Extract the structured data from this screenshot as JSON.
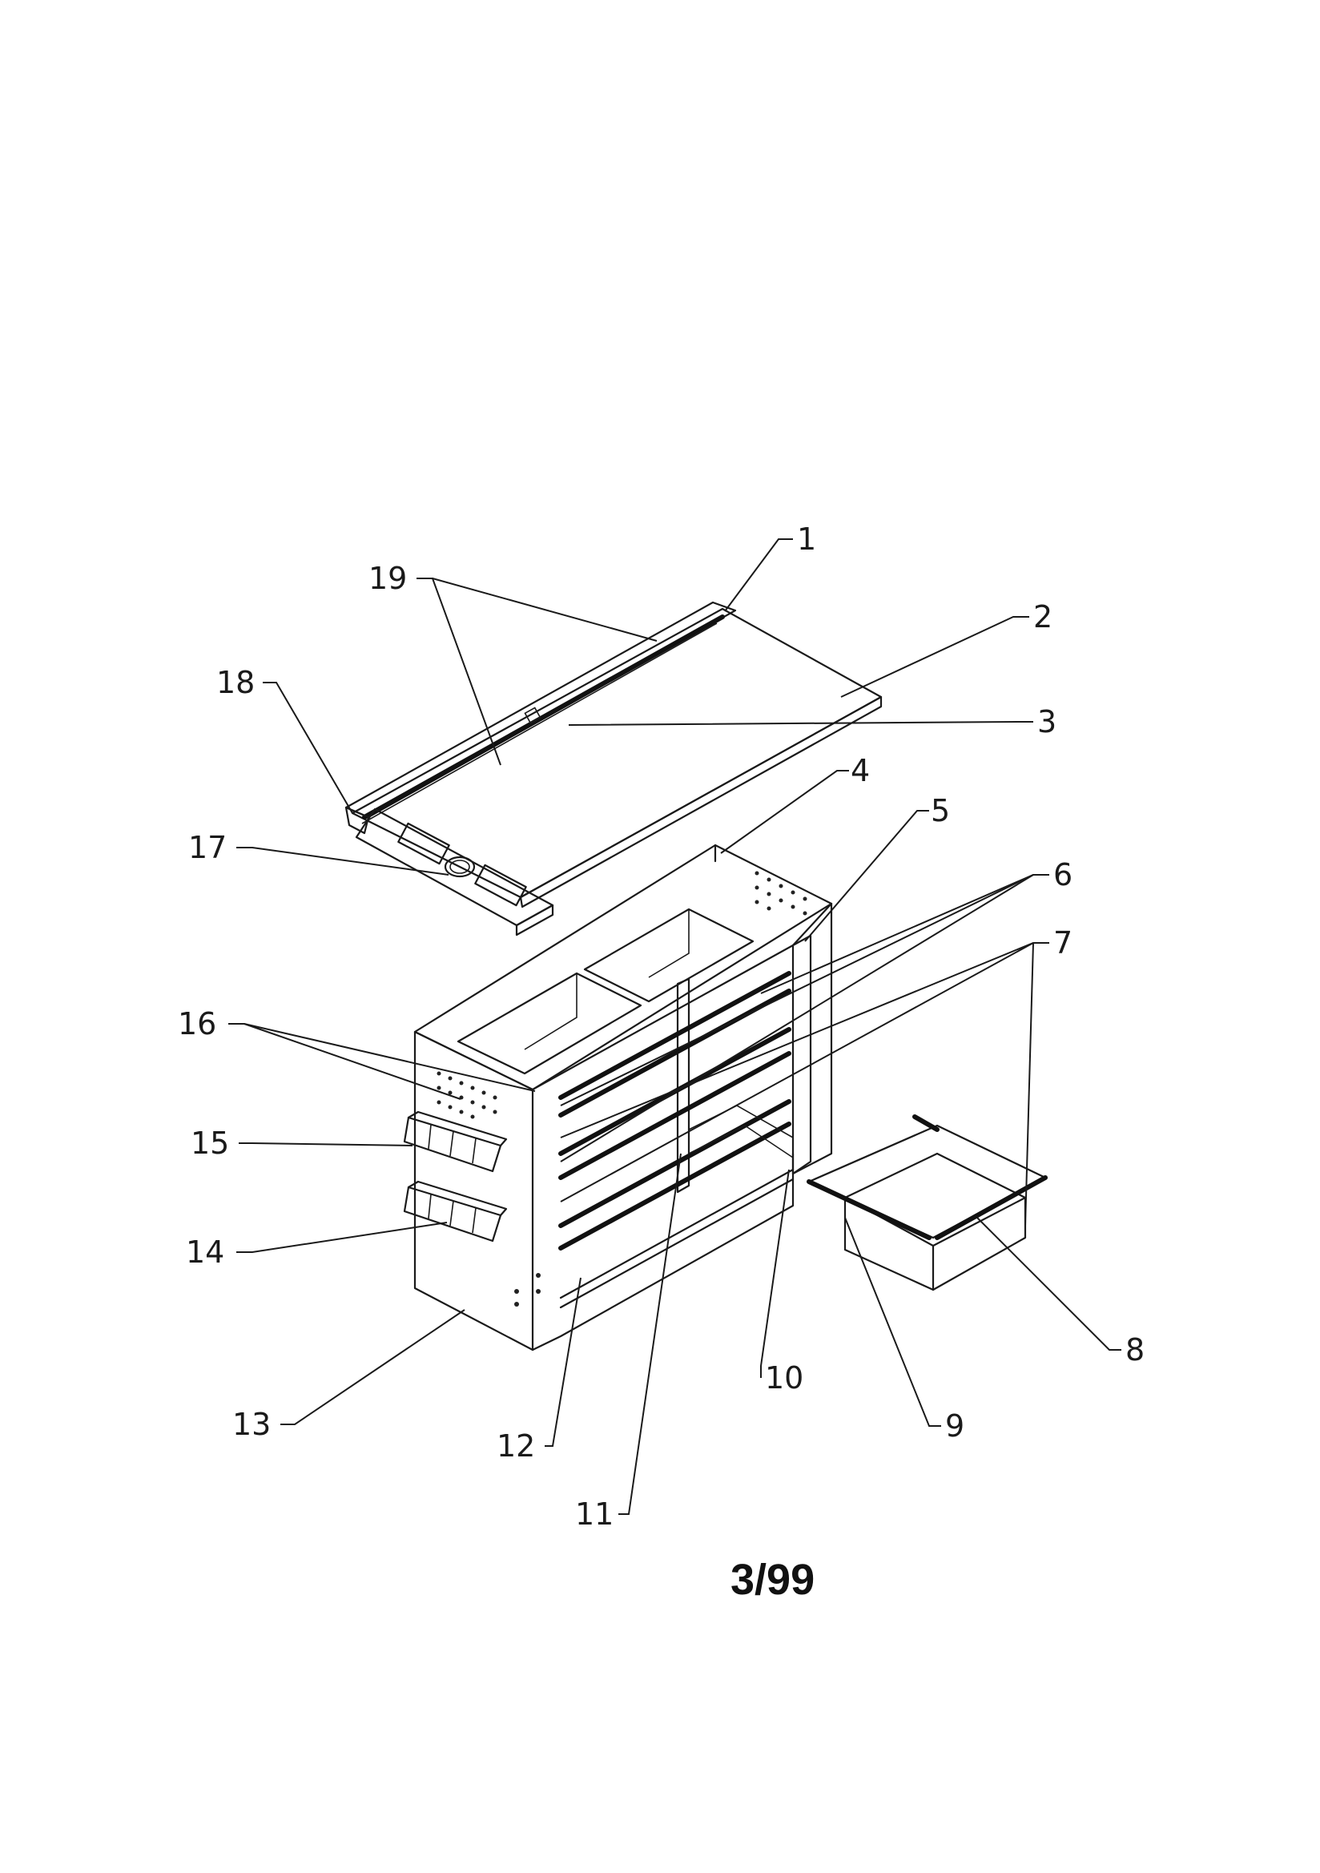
{
  "callouts": [
    {
      "id": "1",
      "text": "1"
    },
    {
      "id": "2",
      "text": "2"
    },
    {
      "id": "3",
      "text": "3"
    },
    {
      "id": "4",
      "text": "4"
    },
    {
      "id": "5",
      "text": "5"
    },
    {
      "id": "6",
      "text": "6"
    },
    {
      "id": "7",
      "text": "7"
    },
    {
      "id": "8",
      "text": "8"
    },
    {
      "id": "9",
      "text": "9"
    },
    {
      "id": "10",
      "text": "10"
    },
    {
      "id": "11",
      "text": "11"
    },
    {
      "id": "12",
      "text": "12"
    },
    {
      "id": "13",
      "text": "13"
    },
    {
      "id": "14",
      "text": "14"
    },
    {
      "id": "15",
      "text": "15"
    },
    {
      "id": "16",
      "text": "16"
    },
    {
      "id": "17",
      "text": "17"
    },
    {
      "id": "18",
      "text": "18"
    },
    {
      "id": "19",
      "text": "19"
    }
  ],
  "revision": "3/99"
}
